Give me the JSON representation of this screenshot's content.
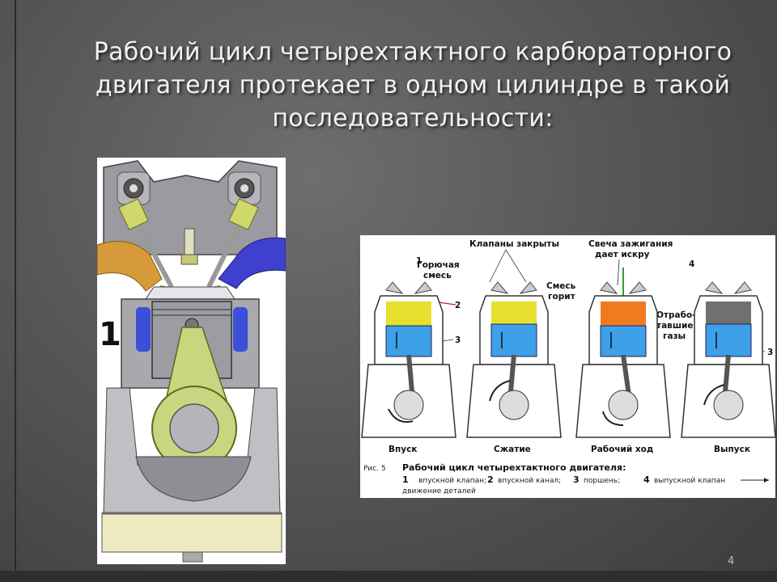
{
  "title_lines": [
    "Рабочий цикл четырехтактного карбюраторного",
    "двигателя протекает в одном цилиндре в такой",
    "последовательности:"
  ],
  "page_number": "4",
  "left_diagram": {
    "stroke_number": "1",
    "colors": {
      "intake_pipe": "#d69a3a",
      "exhaust_pipe": "#3f3fd0",
      "valves": "#cfd86a",
      "connecting_rod": "#c9d680",
      "cooling": "#3b4fd8"
    }
  },
  "right_diagram": {
    "labels": {
      "valves_closed": "Клапаны закрыты",
      "spark_line1": "Свеча зажигания",
      "spark_line2": "дает искру",
      "fuel_line1": "Горючая",
      "fuel_line2": "смесь",
      "mix_line1": "Смесь",
      "mix_line2": "горит",
      "exhaust_line1": "Отрабо-",
      "exhaust_line2": "тавшие",
      "exhaust_line3": "газы",
      "num1": "1",
      "num2": "2",
      "num3a": "3",
      "num3b": "3",
      "num3c": "3",
      "num4": "4"
    },
    "strokes": [
      "Впуск",
      "Сжатие",
      "Рабочий ход",
      "Выпуск"
    ],
    "caption": {
      "fig": "Рис. 5",
      "title": "Рабочий цикл четырехтактного двигателя:",
      "n1": "1",
      "t1": "впускной клапан;",
      "n2": "2",
      "t2": "впускной канал;",
      "n3": "3",
      "t3": "поршень;",
      "n4": "4",
      "t4": "выпускной клапан",
      "t5": "движение деталей"
    },
    "colors": {
      "mixture": "#e8e030",
      "piston": "#3ea0e8",
      "burning": "#f07a20",
      "exhaust_gas": "#707070"
    }
  }
}
